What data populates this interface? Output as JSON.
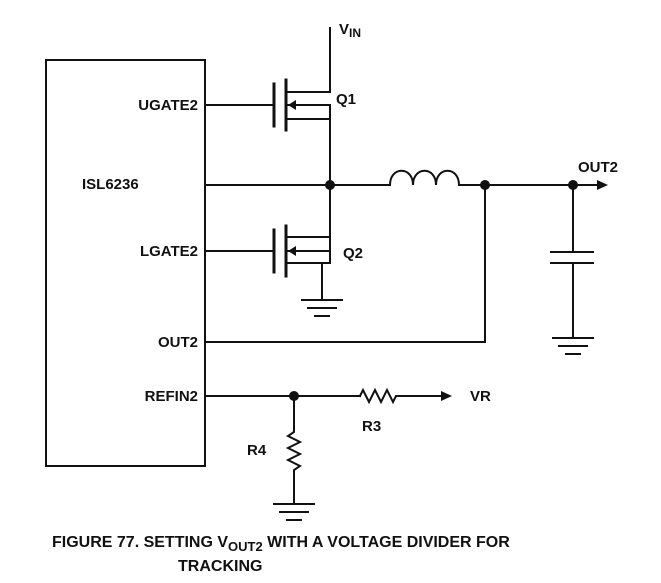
{
  "ic": {
    "name": "ISL6236"
  },
  "pins": {
    "ugate": "UGATE2",
    "lgate": "LGATE2",
    "out": "OUT2",
    "refin": "REFIN2"
  },
  "components": {
    "q1": "Q1",
    "q2": "Q2",
    "r3": "R3",
    "r4": "R4"
  },
  "nets": {
    "vin_main": "V",
    "vin_sub": "IN",
    "output": "OUT2",
    "vr": "VR"
  },
  "caption": {
    "prefix": "FIGURE 77.  SETTING V",
    "sub": "OUT2",
    "suffix": " WITH A VOLTAGE DIVIDER FOR",
    "line2": "TRACKING"
  }
}
